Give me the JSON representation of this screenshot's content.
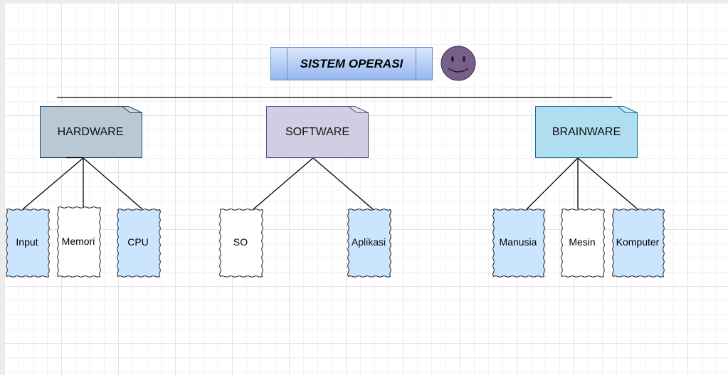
{
  "title": "SISTEM OPERASI",
  "colors": {
    "title_fill_top": "#dbe8fb",
    "title_fill_bottom": "#93b6ee",
    "hardware": "#bac8d3",
    "software": "#d0cee2",
    "brainware": "#b1ddf0",
    "leaf_blue": "#cce5ff",
    "leaf_white": "#ffffff",
    "smiley": "#76608a"
  },
  "categories": {
    "hardware": {
      "label": "HARDWARE",
      "items": [
        "Input",
        "Memori",
        "CPU"
      ]
    },
    "software": {
      "label": "SOFTWARE",
      "items": [
        "SO",
        "Aplikasi"
      ]
    },
    "brainware": {
      "label": "BRAINWARE",
      "items": [
        "Manusia",
        "Mesin",
        "Komputer"
      ]
    }
  }
}
